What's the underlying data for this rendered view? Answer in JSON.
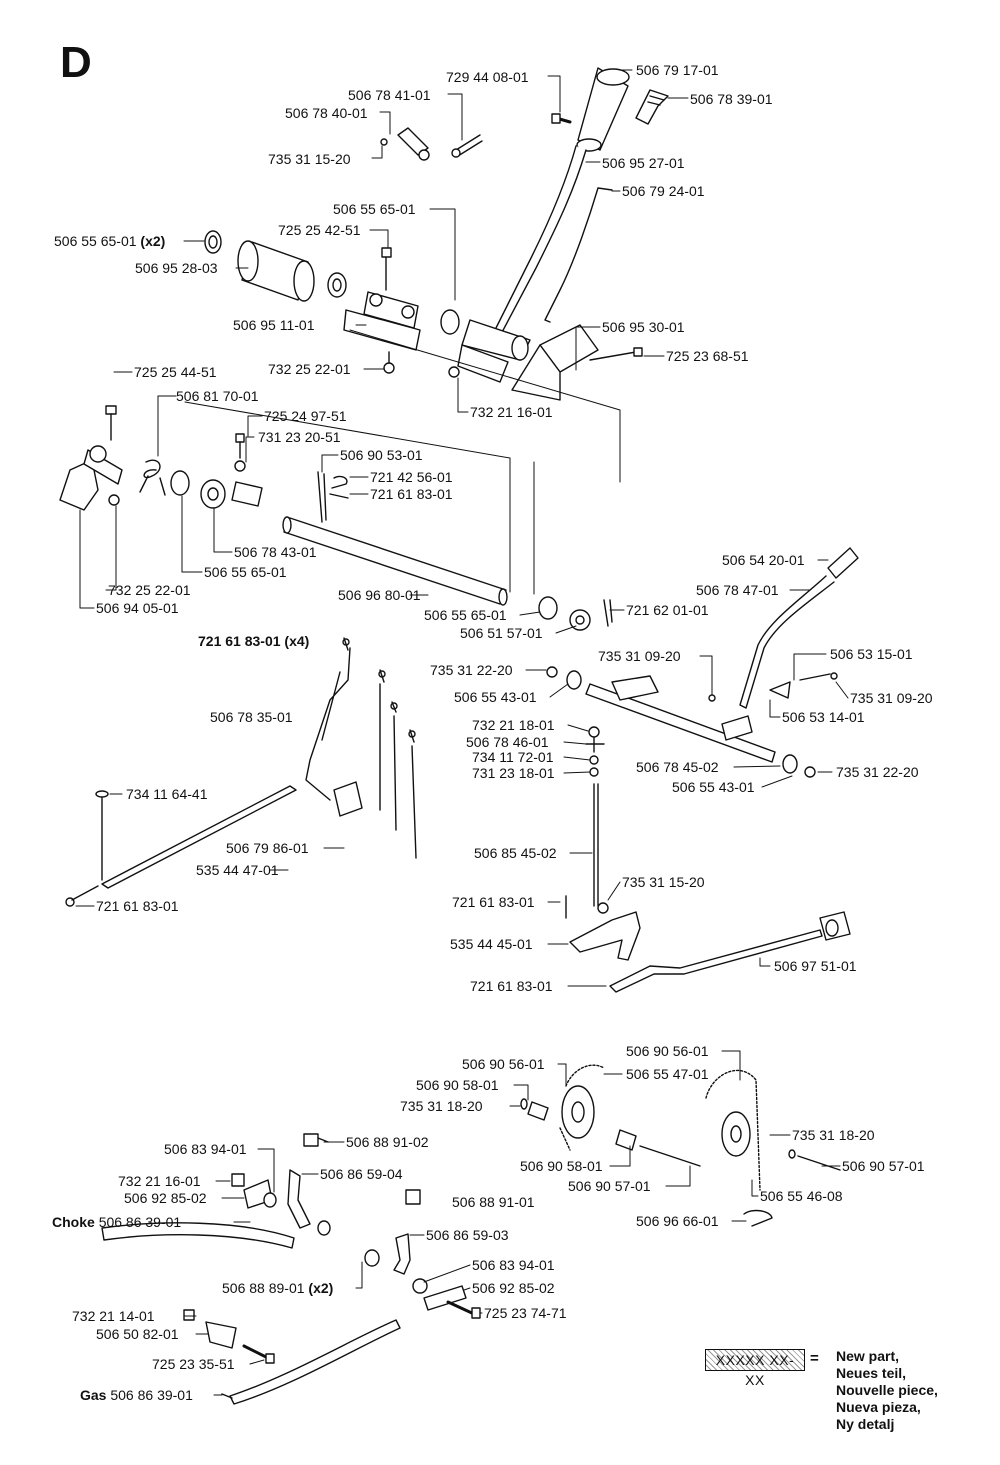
{
  "section_letter": "D",
  "callouts": {
    "c01": "506 79 17-01",
    "c02": "506 78 39-01",
    "c03": "729 44 08-01",
    "c04": "506 78 41-01",
    "c05": "506 78 40-01",
    "c06": "735 31 15-20",
    "c07": "506 95 27-01",
    "c08": "506 79 24-01",
    "c09": "506 55 65-01",
    "c10": "506 55 65-01",
    "c10b": "(x2)",
    "c11": "725 25 42-51",
    "c12": "506 95 28-03",
    "c13": "506 95 11-01",
    "c14": "506 95 30-01",
    "c15": "725 23 68-51",
    "c16": "732 25 22-01",
    "c17": "732 21 16-01",
    "c18": "725 25 44-51",
    "c19": "506 81 70-01",
    "c20": "725 24 97-51",
    "c21": "731 23 20-51",
    "c22": "506 90 53-01",
    "c23": "721 42 56-01",
    "c24": "721 61 83-01",
    "c25": "506 78 43-01",
    "c26": "506 55 65-01",
    "c27": "732 25 22-01",
    "c28": "506 94 05-01",
    "c29": "506 96 80-01",
    "c30": "506 54 20-01",
    "c31": "506 78 47-01",
    "c32": "506 55 65-01",
    "c33": "721 62 01-01",
    "c34": "506 51 57-01",
    "c35": "721 61 83-01",
    "c35b": "(x4)",
    "c36": "735 31 22-20",
    "c37": "735 31 09-20",
    "c38": "506 53 15-01",
    "c39": "506 78 35-01",
    "c40": "506 55 43-01",
    "c41": "735 31 09-20",
    "c42": "506 53 14-01",
    "c43": "732 21 18-01",
    "c44": "506 78 46-01",
    "c45": "734 11 72-01",
    "c46": "731 23 18-01",
    "c47": "506 78 45-02",
    "c48": "735 31 22-20",
    "c49": "734 11 64-41",
    "c50": "506 55 43-01",
    "c51": "506 79 86-01",
    "c52": "535 44 47-01",
    "c53": "506 85 45-02",
    "c54": "721 61 83-01",
    "c55": "735 31 15-20",
    "c56": "721 61 83-01",
    "c57": "535 44 45-01",
    "c58": "506 97 51-01",
    "c59": "721 61 83-01",
    "c60": "506 90 56-01",
    "c61": "506 90 56-01",
    "c62": "506 55 47-01",
    "c63": "506 90 58-01",
    "c64": "735 31 18-20",
    "c65": "735 31 18-20",
    "c66": "506 83 94-01",
    "c67": "506 88 91-02",
    "c68": "506 90 57-01",
    "c69": "506 90 58-01",
    "c70": "732 21 16-01",
    "c71": "506 86 59-04",
    "c72": "506 90 57-01",
    "c73": "506 55 46-08",
    "c74": "506 92 85-02",
    "c75": "506 88 91-01",
    "c76": "Choke",
    "c76b": "506 86 39-01",
    "c77": "506 96 66-01",
    "c78": "506 86 59-03",
    "c79": "506 88 89-01",
    "c79b": "(x2)",
    "c80": "506 83 94-01",
    "c81": "506 92 85-02",
    "c82": "732 21 14-01",
    "c83": "725 23 74-71",
    "c84": "506 50 82-01",
    "c85": "725 23 35-51",
    "c86": "Gas",
    "c86b": "506 86 39-01"
  },
  "legend": {
    "box_text": "XXXXX XX-XX",
    "equals": "=",
    "line1": "New part,",
    "line2": "Neues teil,",
    "line3": "Nouvelle piece,",
    "line4": "Nueva pieza,",
    "line5": "Ny detalj"
  }
}
